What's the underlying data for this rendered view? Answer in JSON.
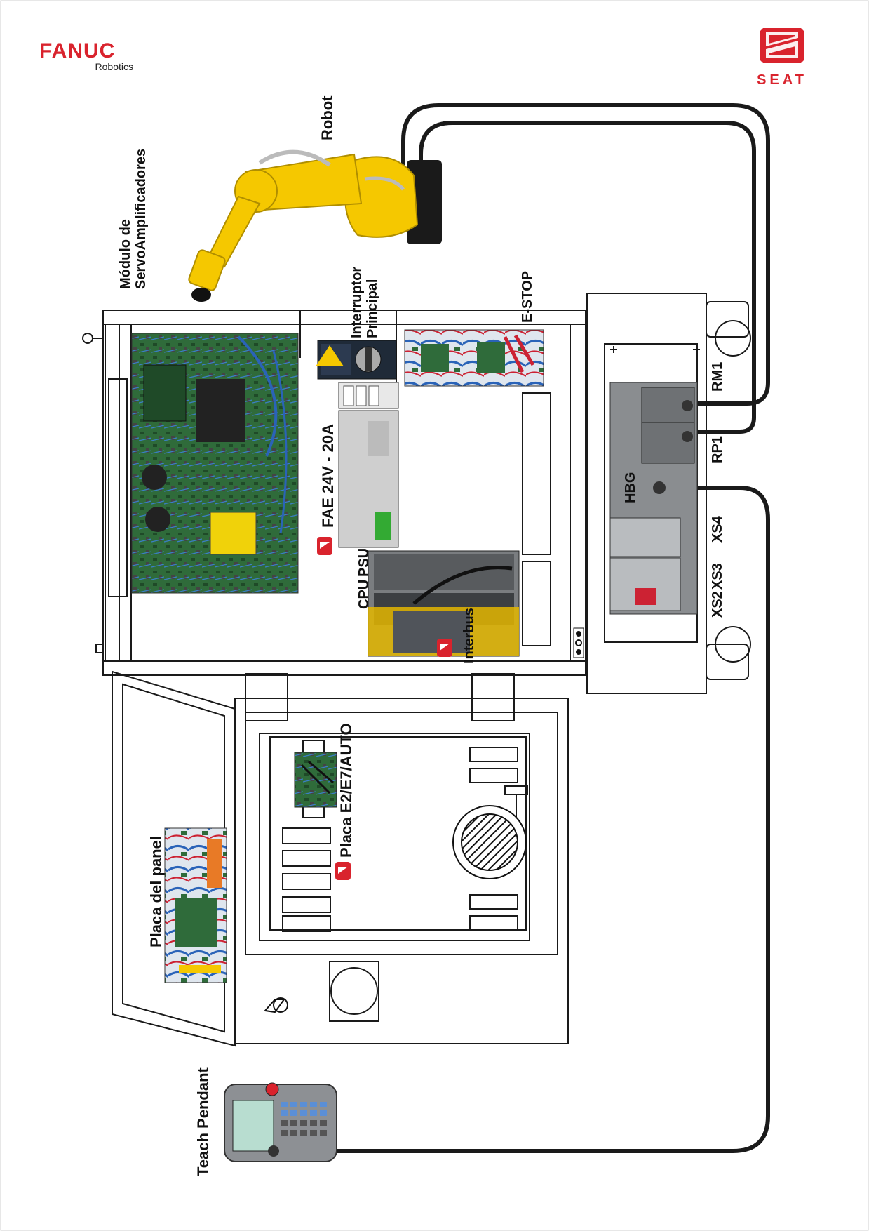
{
  "logos": {
    "left_brand": "FANUC",
    "left_sub": "Robotics",
    "right_brand": "SEAT"
  },
  "labels": {
    "robot": "Robot",
    "servo_line1": "Módulo de",
    "servo_line2": "ServoAmplificadores",
    "main_switch_line1": "Interruptor",
    "main_switch_line2": "Principal",
    "estop": "E-STOP",
    "fae": "FAE 24V - 20A",
    "psu": "PSU",
    "cpu": "CPU",
    "interbus": "Interbus",
    "placa_panel": "Placa del panel",
    "placa_e2": "Placa E2/E7/AUTO",
    "teach_pendant": "Teach Pendant",
    "rm1": "RM1",
    "rp1": "RP1",
    "hbg": "HBG",
    "xs4": "XS4",
    "xs3": "XS3",
    "xs2": "XS2"
  },
  "colors": {
    "brand_red": "#d9232d",
    "robot_yellow": "#f5c800",
    "cable": "#1a1a1a",
    "pcb_green": "#2f6b3a",
    "panel_grey": "#7a7d80"
  },
  "icons": {
    "seat_small": "seat-logo-icon",
    "lock": "key-switch-icon",
    "fan": "fan-icon"
  }
}
